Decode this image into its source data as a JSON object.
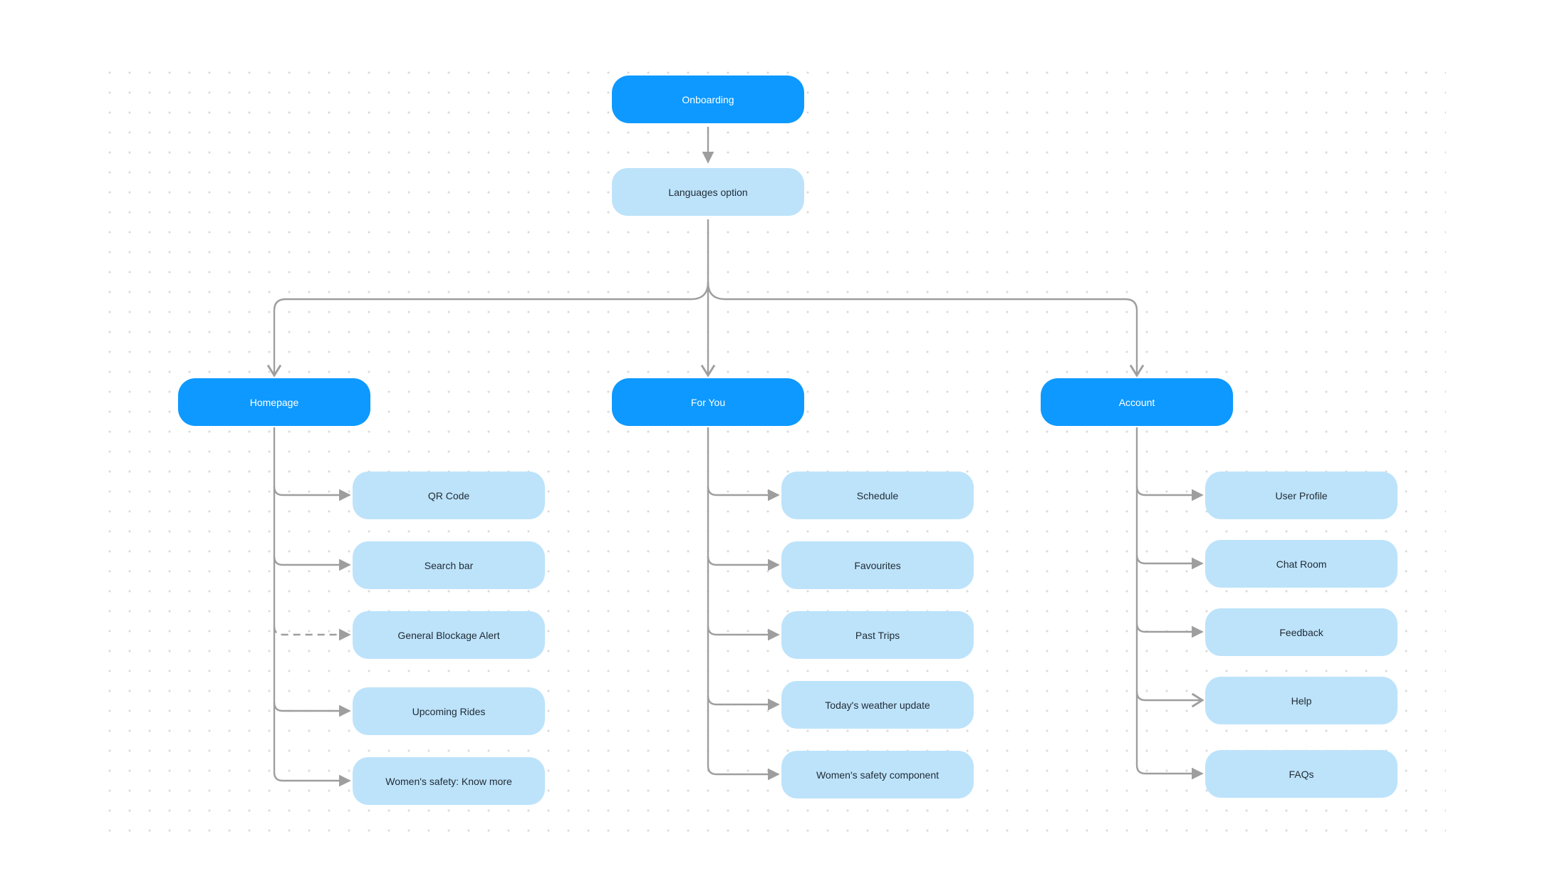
{
  "colors": {
    "primary": "#0d99ff",
    "secondary": "#bde3fb",
    "connector": "#9e9e9e"
  },
  "nodes": {
    "onboarding": "Onboarding",
    "languages": "Languages option",
    "homepage": "Homepage",
    "for_you": "For You",
    "account": "Account"
  },
  "homepage_children": [
    "QR Code",
    "Search bar",
    "General Blockage Alert",
    "Upcoming Rides",
    "Women's safety: Know more"
  ],
  "for_you_children": [
    "Schedule",
    "Favourites",
    "Past Trips",
    "Today's weather update",
    "Women's safety component"
  ],
  "account_children": [
    "User Profile",
    "Chat Room",
    "Feedback",
    "Help",
    "FAQs"
  ],
  "edge_styles": {
    "dashed_link": "homepage_children.2"
  }
}
